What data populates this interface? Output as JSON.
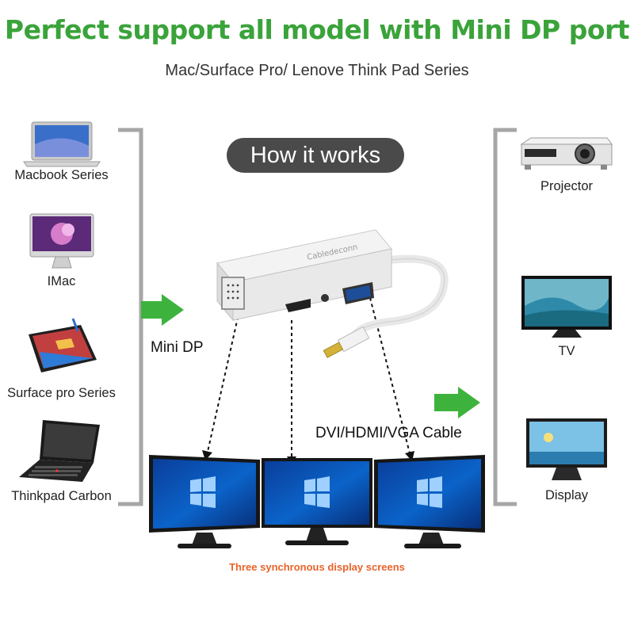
{
  "colors": {
    "headline": "#3aa33a",
    "arrow": "#3db33d",
    "bracket": "#a6a6a6",
    "pill": "#4a4a4a",
    "caption": "#e8642b",
    "screen": "#0b63c9"
  },
  "header": {
    "title": "Perfect support all model with Mini DP port",
    "subtitle": "Mac/Surface Pro/ Lenove Think Pad Series"
  },
  "center": {
    "pill_label": "How it works",
    "input_label": "Mini DP",
    "output_label": "DVI/HDMI/VGA Cable",
    "adapter_brand": "Cabledeconn",
    "caption": "Three synchronous display screens"
  },
  "sources": [
    {
      "label": "Macbook Series",
      "icon": "macbook-icon"
    },
    {
      "label": "IMac",
      "icon": "imac-icon"
    },
    {
      "label": "Surface pro Series",
      "icon": "surface-icon"
    },
    {
      "label": "Thinkpad Carbon",
      "icon": "thinkpad-icon"
    }
  ],
  "outputs": [
    {
      "label": "Projector",
      "icon": "projector-icon"
    },
    {
      "label": "TV",
      "icon": "tv-icon"
    },
    {
      "label": "Display",
      "icon": "display-icon"
    }
  ]
}
